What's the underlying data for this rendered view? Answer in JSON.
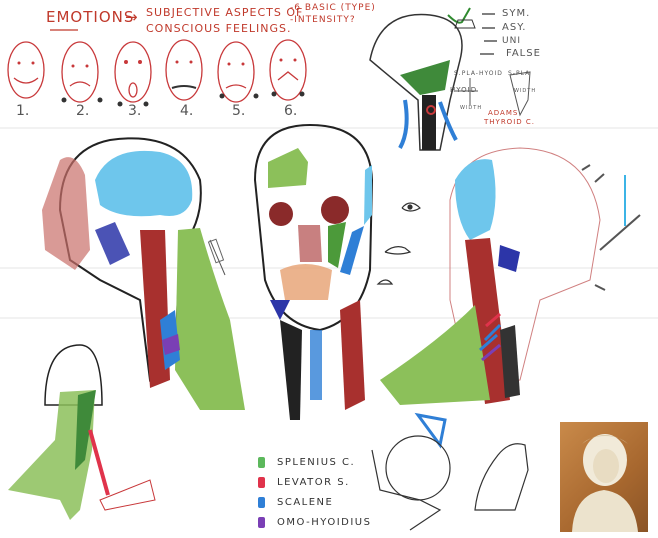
{
  "title": {
    "main": "EMOTIONS",
    "arrow": "→",
    "subtitle_line1": "SUBJECTIVE ASPECTS OF",
    "subtitle_line2": "CONSCIOUS FEELINGS."
  },
  "side_notes": {
    "line1": "-6 BASIC (TYPE)",
    "line2": "-INTENSITY?"
  },
  "faces": [
    {
      "number": "1.",
      "expression": "happy"
    },
    {
      "number": "2.",
      "expression": "sad"
    },
    {
      "number": "3.",
      "expression": "surprise"
    },
    {
      "number": "4.",
      "expression": "disgust"
    },
    {
      "number": "5.",
      "expression": "anger"
    },
    {
      "number": "6.",
      "expression": "fear"
    }
  ],
  "symmetry_notes": [
    "SYM.",
    "ASY.",
    "UNI",
    "FALSE"
  ],
  "neck_notes": {
    "splen_hyoid": "S.PLA-HYOID",
    "s_pla": "S-PLA",
    "hyoid": "HYOID",
    "width": "WIDTH",
    "width2": "WIDTH",
    "adams": "ADAMS",
    "thyroid": "THYROID C."
  },
  "legend": [
    {
      "label": "SPLENIUS C.",
      "color": "#5cb85c"
    },
    {
      "label": "LEVATOR S.",
      "color": "#e0334b"
    },
    {
      "label": "SCALENE",
      "color": "#2f7fd6"
    },
    {
      "label": "OMO-HYOIDIUS",
      "color": "#7a3fb5"
    }
  ],
  "colors": {
    "muscle_red": "#a8302e",
    "skull_blue": "#6ec6ec",
    "splenius_green": "#8cc05a",
    "masseter_blue": "#2c35a8",
    "sketch_red": "#c8383a",
    "ink": "#222222"
  },
  "reference_image": {
    "subject": "marble bust photograph"
  }
}
